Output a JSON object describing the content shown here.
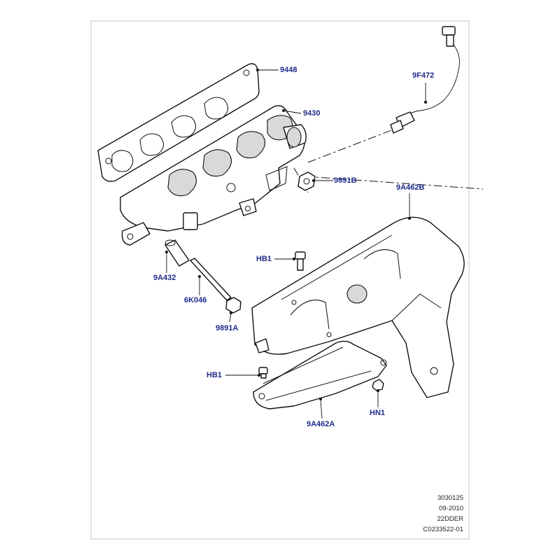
{
  "diagram": {
    "callouts": [
      {
        "id": "c9448",
        "text": "9448"
      },
      {
        "id": "c9430",
        "text": "9430"
      },
      {
        "id": "c9F472",
        "text": "9F472"
      },
      {
        "id": "c9891B",
        "text": "9891B"
      },
      {
        "id": "c9A462B",
        "text": "9A462B"
      },
      {
        "id": "cHB1a",
        "text": "HB1"
      },
      {
        "id": "c9A432",
        "text": "9A432"
      },
      {
        "id": "c6K046",
        "text": "6K046"
      },
      {
        "id": "c9891A",
        "text": "9891A"
      },
      {
        "id": "cHB1b",
        "text": "HB1"
      },
      {
        "id": "cHN1",
        "text": "HN1"
      },
      {
        "id": "c9A462A",
        "text": "9A462A"
      }
    ],
    "footer": {
      "line1": "3030125",
      "line2": "09-2010",
      "line3": "22DDER",
      "line4": "C0233522-01"
    }
  }
}
